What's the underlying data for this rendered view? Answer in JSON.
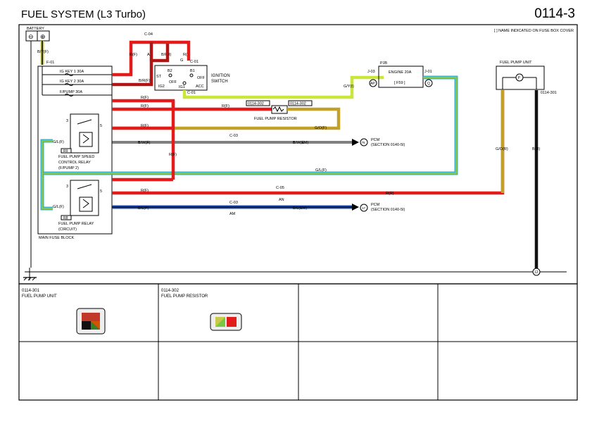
{
  "header": {
    "title": "FUEL SYSTEM (L3 Turbo)",
    "code": "0114-3"
  },
  "note": "[ ] NAME INDICATED ON FUSE BOX COVER",
  "battery": {
    "label": "BATTERY",
    "neg": "⊖",
    "pos": "⊕"
  },
  "fuse_block": {
    "label": "MAIN FUSE BLOCK",
    "f01": "F-01",
    "fuses": [
      "IG KEY 1 30A",
      "IG KEY 2 30A",
      "F/PUMP 30A"
    ]
  },
  "ignition": {
    "label1": "IGNITION",
    "label2": "SWITCH",
    "c04": "C-04",
    "c01a": "C-01",
    "c01b": "C-01",
    "pins": [
      "B2",
      "B1",
      "ST",
      "IG2",
      "OFF",
      "OFF",
      "IG1",
      "ACC",
      "G",
      "R(I)",
      "B/R(I)",
      "AN"
    ]
  },
  "pjb": {
    "label": "PJB",
    "j03": "J-03",
    "j01": "J-01",
    "fuse": "ENGINE 20A",
    "fuse_tag": "[ F59 ]",
    "ap": "AP",
    "q": "Q"
  },
  "resistor": {
    "label": "FUEL PUMP RESISTOR",
    "c1": "0114-302",
    "c2": "0114-302"
  },
  "relay_speed": {
    "tag": "R9",
    "label1": "FUEL PUMP SPEED",
    "label2": "CONTROL RELAY",
    "label3": "(F/PUMP 2)"
  },
  "relay_circuit": {
    "tag": "R8",
    "label1": "FUEL PUMP RELAY",
    "label2": "(CIRCUIT)"
  },
  "pump_unit": {
    "label": "FUEL PUMP UNIT",
    "conn": "0114-301",
    "p": "P",
    "g": "12"
  },
  "pcm": {
    "label": "PCM",
    "section": "(SECTION 0140-5I)",
    "pin1": "76",
    "pin2": "17"
  },
  "wires": {
    "by": "B/Y(F)",
    "rf": "R(F)",
    "rf2": "R(F)",
    "rf3": "R(F)",
    "rf4": "R(F)",
    "rf5": "R(F)",
    "rf6": "R(F)",
    "rf7": "R(F)",
    "br_f": "B/R(F)",
    "gy": "G/Y(I)",
    "go_f": "G/O(F)",
    "go_r": "G/O(R)",
    "br_r": "B(R)",
    "bw_f": "B/W(F)",
    "bw_em": "B/W(EM)",
    "bl_f": "B/L(F)",
    "bl_em": "B/L(EM)",
    "gl": "G/L(F)",
    "gl2": "G/L(F)",
    "gl3": "G/L(F)",
    "gl4": "G/L(F)",
    "rr": "R(R)",
    "c03a": "C-03",
    "c03b": "C-03",
    "c05": "C-05",
    "an": "AN",
    "am": "AM",
    "pins": [
      "3",
      "5",
      "3",
      "5"
    ]
  },
  "connectors": [
    {
      "code": "0114-301",
      "name": "FUEL PUMP UNIT"
    },
    {
      "code": "0114-302",
      "name": "FUEL PUMP RESISTOR"
    }
  ]
}
